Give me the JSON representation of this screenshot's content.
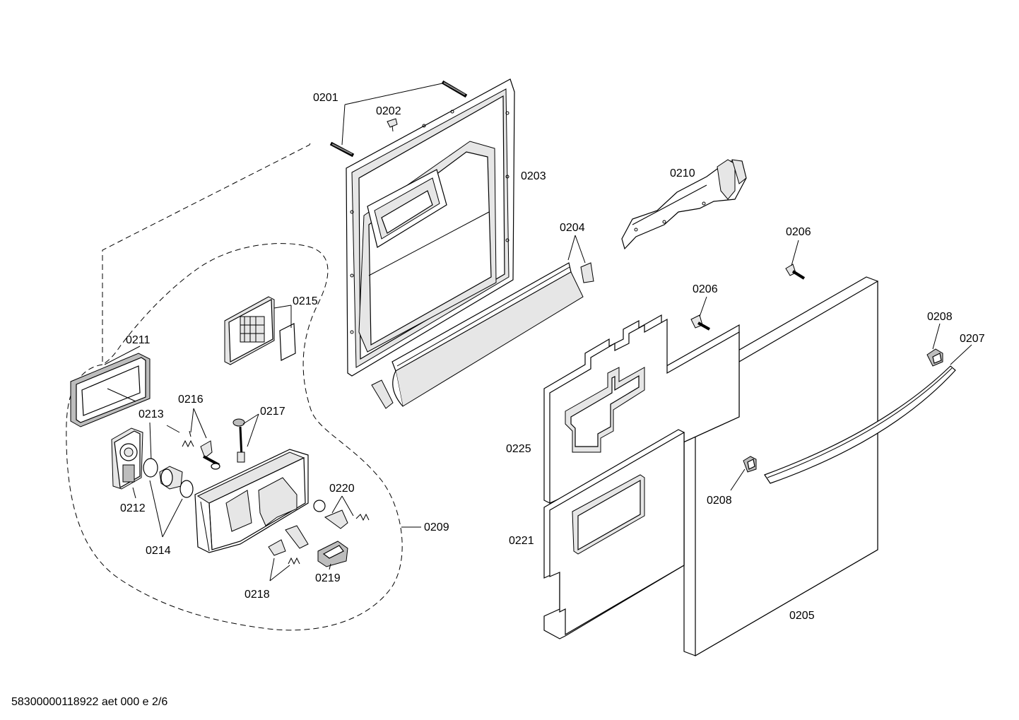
{
  "labels": {
    "p0201": "0201",
    "p0202": "0202",
    "p0203": "0203",
    "p0204": "0204",
    "p0205": "0205",
    "p0206a": "0206",
    "p0206b": "0206",
    "p0207": "0207",
    "p0208a": "0208",
    "p0208b": "0208",
    "p0209": "0209",
    "p0210": "0210",
    "p0211": "0211",
    "p0212": "0212",
    "p0213": "0213",
    "p0214": "0214",
    "p0215": "0215",
    "p0216": "0216",
    "p0217": "0217",
    "p0218": "0218",
    "p0219": "0219",
    "p0220": "0220",
    "p0221": "0221",
    "p0225": "0225"
  },
  "footer": "58300000118922 aet 000 e 2/6"
}
